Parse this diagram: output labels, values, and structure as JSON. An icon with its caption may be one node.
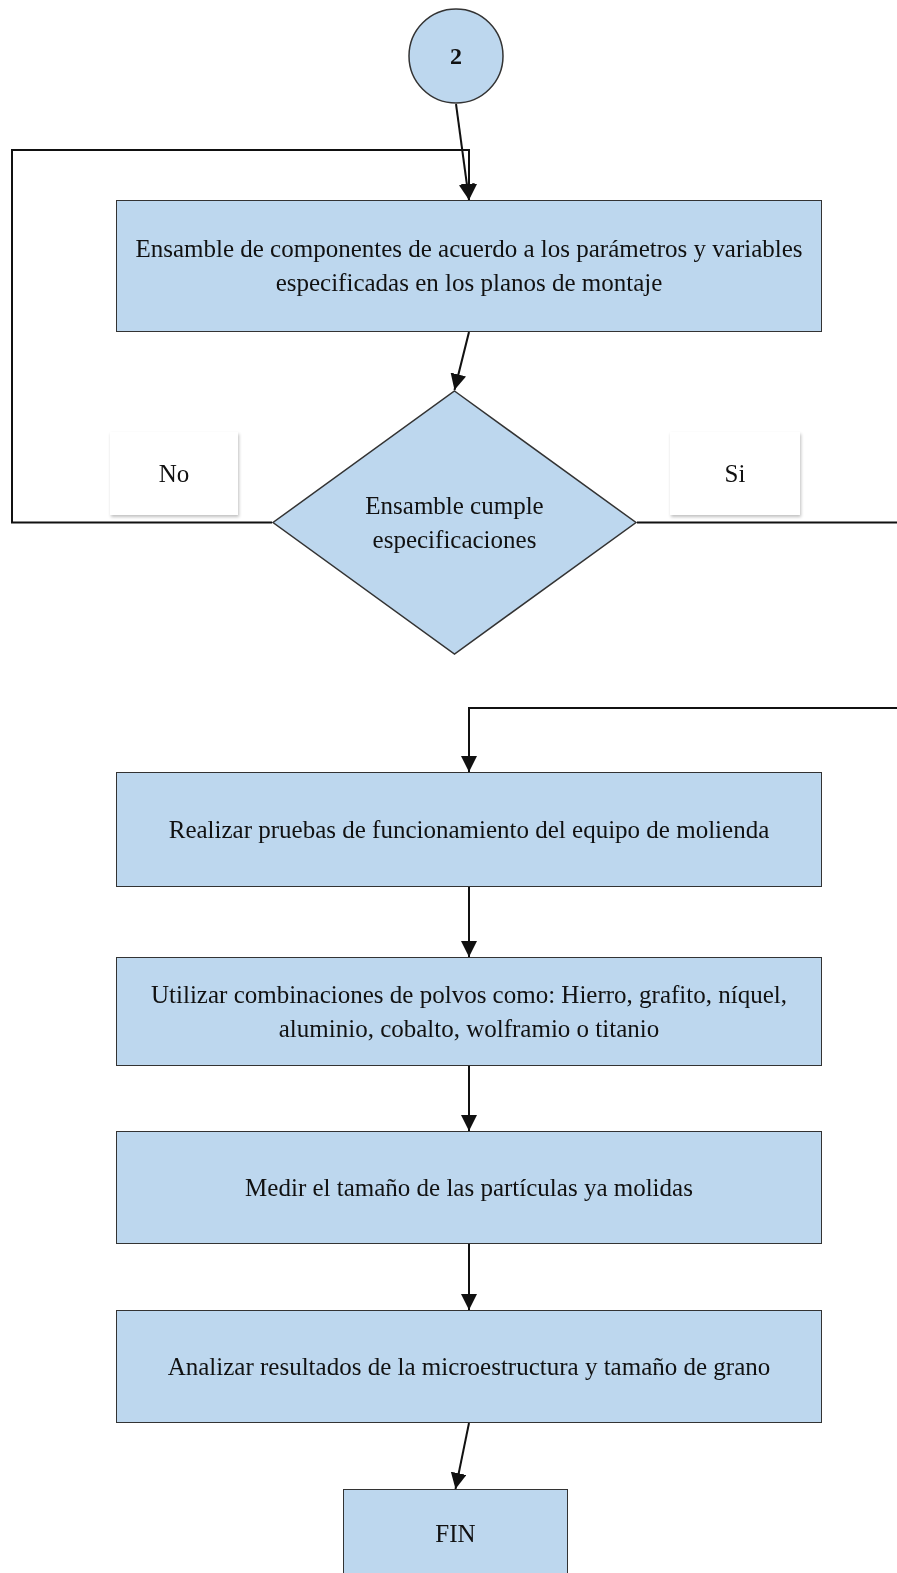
{
  "diagram": {
    "nodes": [
      {
        "text": [
          "2"
        ]
      },
      {
        "text": [
          "Ensamble de componentes de acuerdo a los parámetros y variables especificadas en los planos de montaje"
        ]
      },
      {
        "text": [
          "Ensamble cumple especificaciones"
        ]
      },
      {
        "text": [
          "Realizar pruebas de funcionamiento del equipo de molienda"
        ]
      },
      {
        "text": [
          "Utilizar combinaciones de polvos como: Hierro, grafito, níquel, aluminio, cobalto, wolframio o titanio"
        ]
      },
      {
        "text": [
          "Medir el tamaño de las partículas ya molidas"
        ]
      },
      {
        "text": [
          "Analizar resultados de la microestructura y tamaño de grano"
        ]
      },
      {
        "text": [
          "FIN"
        ]
      }
    ],
    "edges": [
      {
        "from": 0,
        "to": 1,
        "arrow": "to"
      },
      {
        "from": 1,
        "to": 2,
        "arrow": "to"
      },
      {
        "from": 2,
        "to": 1,
        "arrow": "to",
        "label": "No"
      },
      {
        "from": 2,
        "to": null,
        "arrow": "none",
        "label": "Si"
      },
      {
        "from": null,
        "to": 3,
        "arrow": "to"
      },
      {
        "from": 3,
        "to": 4,
        "arrow": "to"
      },
      {
        "from": 4,
        "to": 5,
        "arrow": "to"
      },
      {
        "from": 5,
        "to": 6,
        "arrow": "to"
      },
      {
        "from": 6,
        "to": 7,
        "arrow": "to"
      }
    ]
  }
}
